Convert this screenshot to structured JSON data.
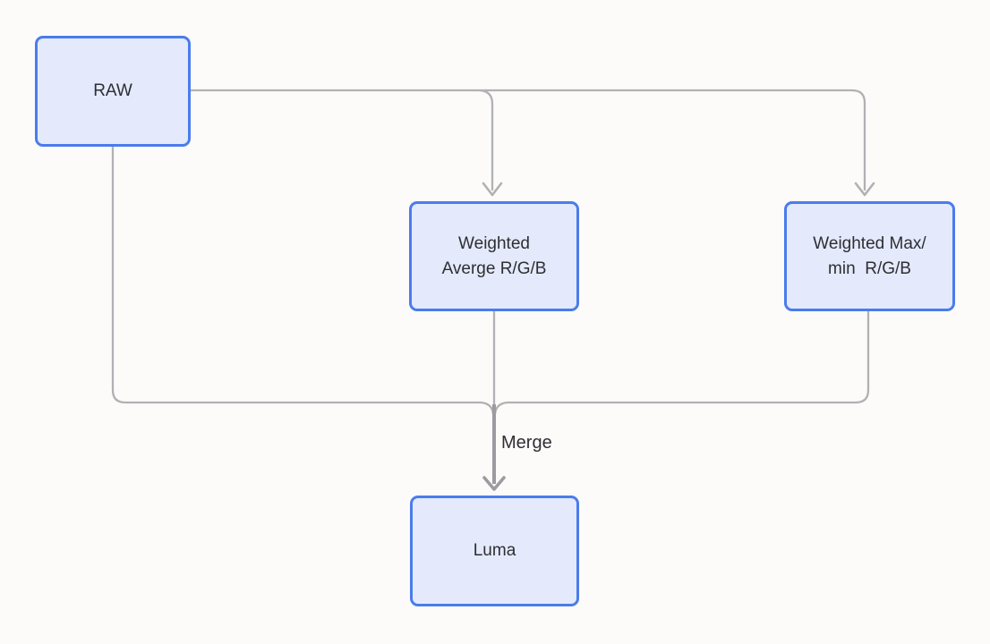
{
  "diagram": {
    "type": "flowchart",
    "direction": "top-down",
    "colors": {
      "background": "#fcfbf9",
      "node-fill": "#e4eafb",
      "node-border": "#4a7cec",
      "edge-color": "#b1b1b5",
      "edge-merged-color": "#9b9ba1",
      "text-color": "#2e2e34"
    },
    "nodes": [
      {
        "id": "raw",
        "lines": [
          "RAW"
        ]
      },
      {
        "id": "weighted-average",
        "lines": [
          "Weighted",
          "Averge R/G/B"
        ]
      },
      {
        "id": "weighted-max-min",
        "lines": [
          "Weighted Max/",
          "min  R/G/B"
        ]
      },
      {
        "id": "luma",
        "lines": [
          "Luma"
        ]
      }
    ],
    "edges": [
      {
        "from": "raw",
        "to": "weighted-average",
        "label": ""
      },
      {
        "from": "raw",
        "to": "weighted-max-min",
        "label": ""
      },
      {
        "from": "raw",
        "to": "merge-point",
        "label": ""
      },
      {
        "from": "weighted-average",
        "to": "merge-point",
        "label": ""
      },
      {
        "from": "weighted-max-min",
        "to": "merge-point",
        "label": ""
      },
      {
        "from": "merge-point",
        "to": "luma",
        "label": "Merge"
      }
    ],
    "edge_label": "Merge"
  }
}
